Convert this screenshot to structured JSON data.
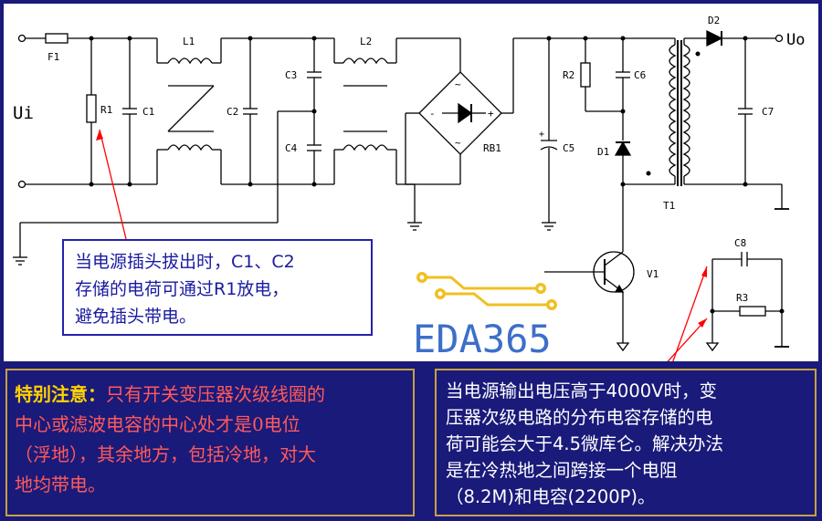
{
  "labels": {
    "ui": "Ui",
    "uo": "Uo",
    "f1": "F1",
    "r1": "R1",
    "c1": "C1",
    "l1": "L1",
    "c2": "C2",
    "c3": "C3",
    "c4": "C4",
    "l2": "L2",
    "rb1": "RB1",
    "c5": "C5",
    "r2": "R2",
    "c6": "C6",
    "d1": "D1",
    "d2": "D2",
    "c7": "C7",
    "t1": "T1",
    "v1": "V1",
    "c8": "C8",
    "r3": "R3",
    "plus": "+",
    "minus": "-",
    "rb_plus": "+",
    "rb_minus": "-",
    "rb_ac1": "~",
    "rb_ac2": "~"
  },
  "callout": {
    "line1": "当电源插头拔出时，C1、C2",
    "line2": "存储的电荷可通过R1放电，",
    "line3": "避免插头带电。"
  },
  "bottom_left": {
    "lead": "特别注意：",
    "line1": "只有开关变压器次级线圈的",
    "line2": "中心或滤波电容的中心处才是0电位",
    "line3": "（浮地），其余地方，包括冷地，对大",
    "line4": "地均带电。"
  },
  "bottom_right": {
    "line1": "当电源输出电压高于4000V时，变",
    "line2": "压器次级电路的分布电容存储的电",
    "line3": "荷可能会大于4.5微库仑。解决办法",
    "line4": "是在冷热地之间跨接一个电阻",
    "line5": "（8.2M)和电容(2200P)。"
  },
  "watermark": {
    "text": "EDA365"
  },
  "colors": {
    "background": "#1a1a7a",
    "wire": "#000000",
    "arrow": "#ff0000",
    "callout_text": "#1a1aa0",
    "note_red": "#ff5a5a",
    "note_lead": "#ffd200",
    "border_gold": "#c8a040",
    "logo_blue": "#3d6fc9",
    "logo_gold": "#f0c020"
  }
}
